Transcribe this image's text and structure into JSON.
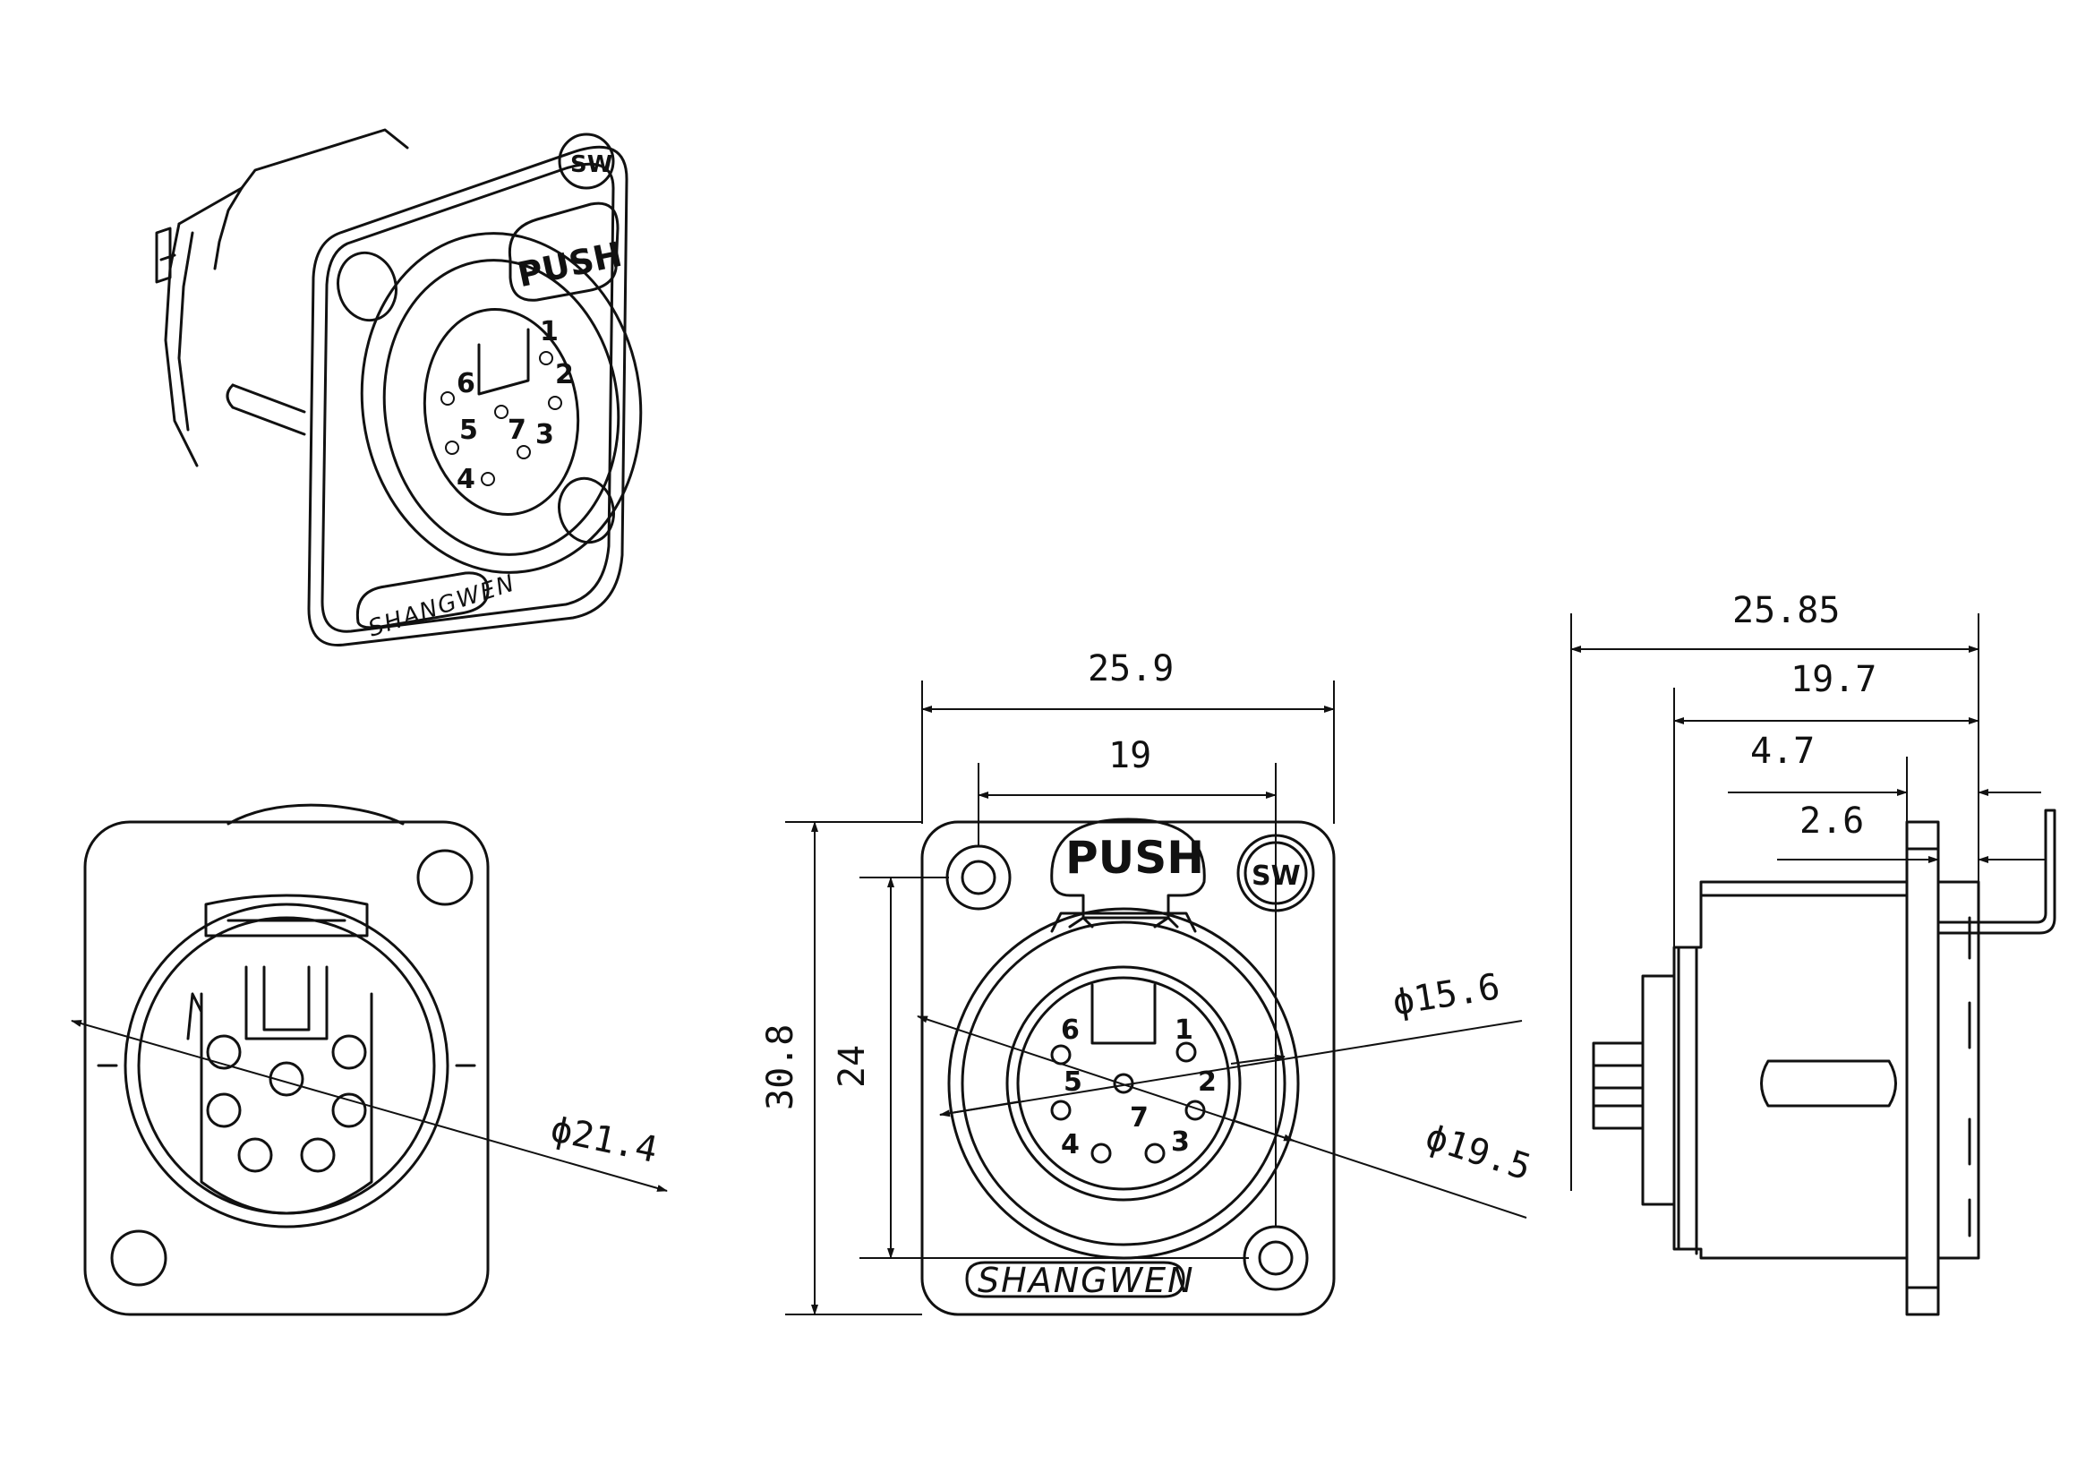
{
  "labels": {
    "push": "PUSH",
    "brand": "SHANGWEN",
    "logo": "SW"
  },
  "pins": [
    "1",
    "2",
    "3",
    "4",
    "5",
    "6",
    "7"
  ],
  "dimensions": {
    "front_outer_width": "25.9",
    "front_hole_spacing": "19",
    "front_outer_height": "30.8",
    "front_hole_height": "24",
    "pin_circle_diameter": "ϕ15.6",
    "outer_ring_diameter": "ϕ19.5",
    "rear_diameter": "ϕ21.4",
    "side_total_depth": "25.85",
    "side_body_depth": "19.7",
    "side_pin_depth": "4.7",
    "side_flange_thickness": "2.6"
  }
}
